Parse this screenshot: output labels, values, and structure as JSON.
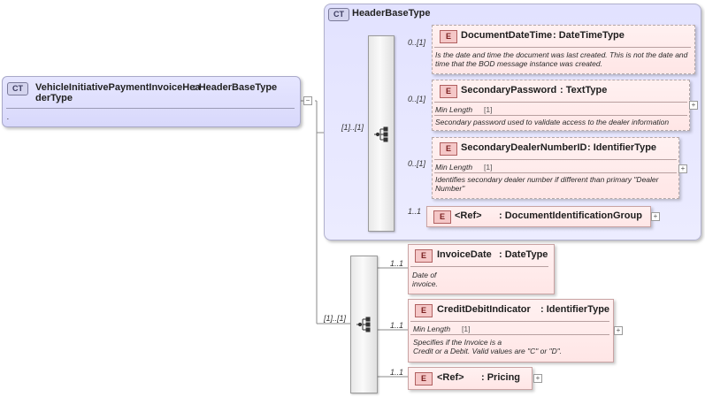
{
  "root": {
    "badge": "CT",
    "name": "VehicleInitiativePaymentInvoiceHea\nderType",
    "type_label": ": HeaderBaseType",
    "desc": ".",
    "expand_symbol": "−"
  },
  "header_base": {
    "badge": "CT",
    "title": "HeaderBaseType",
    "sequence_multiplicity": "[1]..[1]",
    "elements": [
      {
        "badge": "E",
        "title": "DocumentDateTime",
        "type": ": DateTimeType",
        "multiplicity": "0..[1]",
        "desc": "Is the date and time the document was last created. This is not the date and time that the BOD message instance was created."
      },
      {
        "badge": "E",
        "title": "SecondaryPassword",
        "type": ": TextType",
        "multiplicity": "0..[1]",
        "facet_label": "Min Length",
        "facet_value": "[1]",
        "desc": "Secondary password used to validate access to the dealer information",
        "expand_symbol": "+"
      },
      {
        "badge": "E",
        "title": "SecondaryDealerNumberID",
        "type": ": IdentifierType",
        "multiplicity": "0..[1]",
        "facet_label": "Min Length",
        "facet_value": "[1]",
        "desc": "Identifies secondary dealer number if different than primary \"Dealer Number\"",
        "expand_symbol": "+"
      },
      {
        "badge": "E",
        "title": "<Ref>",
        "type": ": DocumentIdentificationGroup",
        "multiplicity": "1..1",
        "expand_symbol": "+"
      }
    ]
  },
  "extension": {
    "sequence_multiplicity": "[1]..[1]",
    "elements": [
      {
        "badge": "E",
        "title": "InvoiceDate",
        "type": ": DateType",
        "multiplicity": "1..1",
        "desc": "Date of\ninvoice."
      },
      {
        "badge": "E",
        "title": "CreditDebitIndicator",
        "type": ": IdentifierType",
        "multiplicity": "1..1",
        "facet_label": "Min Length",
        "facet_value": "[1]",
        "desc": "Specifies if the Invoice is a\nCredit or a Debit. Valid values are \"C\" or \"D\".",
        "expand_symbol": "+"
      },
      {
        "badge": "E",
        "title": "<Ref>",
        "type": ": Pricing",
        "multiplicity": "1..1",
        "expand_symbol": "+"
      }
    ]
  }
}
